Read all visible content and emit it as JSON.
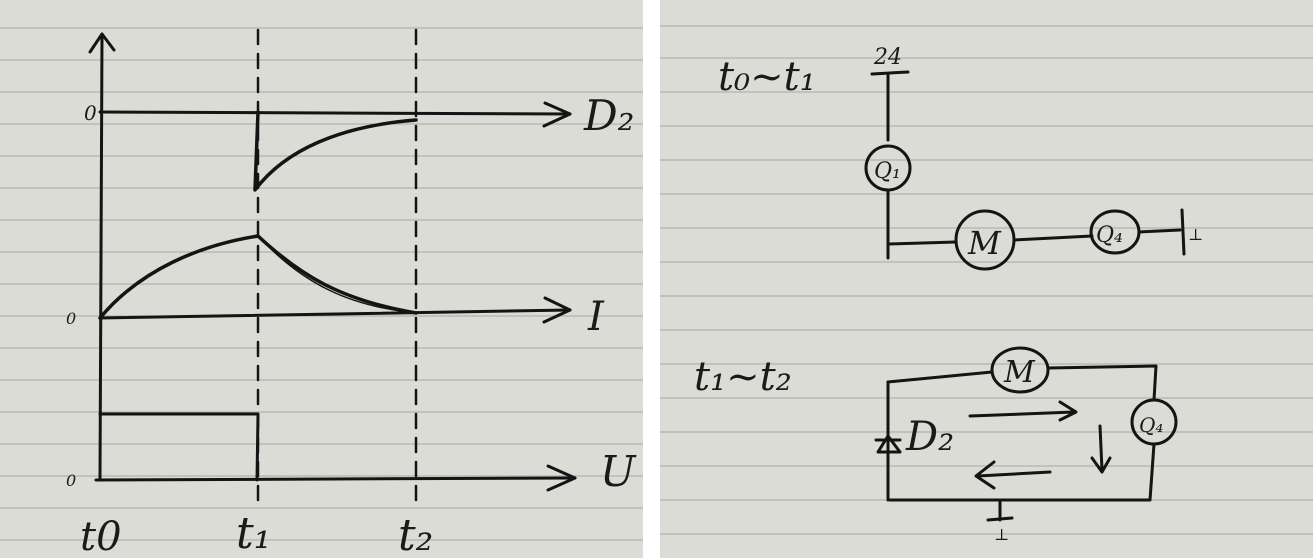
{
  "waveforms": {
    "labels": {
      "level_high": "0",
      "level_zero_a": "0",
      "level_zero_b": "0",
      "t0": "t0",
      "t1": "t₁",
      "t2": "t₂",
      "d2": "D₂",
      "current": "I",
      "voltage": "U"
    }
  },
  "circuit_a": {
    "title": "t₀~t₁",
    "supply": "24",
    "q1": "Q₁",
    "motor": "M",
    "q4": "Q₄",
    "ground": "⊥"
  },
  "circuit_b": {
    "title": "t₁~t₂",
    "motor": "M",
    "q4": "Q₄",
    "diode": "D₂",
    "ground": "⊥"
  },
  "colors": {
    "ink": "#141414",
    "paper": "#dcdcd6",
    "rule": "#a9a9a2"
  }
}
